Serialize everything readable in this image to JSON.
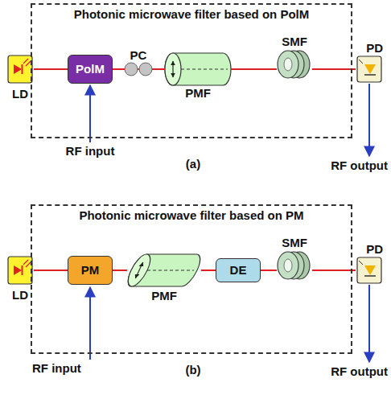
{
  "diagram": {
    "nodes": [
      {
        "text": [
          "LD"
        ]
      },
      {
        "text": [
          "Photonic microwave filter based on PolM"
        ]
      },
      {
        "text": [
          "PolM"
        ],
        "in": 1
      },
      {
        "text": [
          "PC"
        ],
        "in": 1
      },
      {
        "text": [
          "PMF"
        ],
        "in": 1
      },
      {
        "text": [
          "SMF"
        ],
        "in": 1
      },
      {
        "text": [
          "PD"
        ]
      },
      {
        "text": [
          "LD"
        ]
      },
      {
        "text": [
          "Photonic microwave filter based on PM"
        ]
      },
      {
        "text": [
          "PM"
        ],
        "in": 8
      },
      {
        "text": [
          "PMF"
        ],
        "in": 8
      },
      {
        "text": [
          "DE"
        ],
        "in": 8
      },
      {
        "text": [
          "SMF"
        ],
        "in": 8
      },
      {
        "text": [
          "PD"
        ]
      }
    ],
    "edges": [
      {
        "from": 0,
        "to": 2,
        "arrow": "none"
      },
      {
        "from": 2,
        "to": 3,
        "arrow": "none"
      },
      {
        "from": 3,
        "to": 4,
        "arrow": "none"
      },
      {
        "from": 4,
        "to": 5,
        "arrow": "none"
      },
      {
        "from": 5,
        "to": 6,
        "arrow": "none"
      },
      {
        "from": 7,
        "to": 9,
        "arrow": "none"
      },
      {
        "from": 9,
        "to": 10,
        "arrow": "none"
      },
      {
        "from": 10,
        "to": 11,
        "arrow": "none"
      },
      {
        "from": 11,
        "to": 12,
        "arrow": "none"
      },
      {
        "from": 12,
        "to": 13,
        "arrow": "none"
      }
    ],
    "labels": [
      "RF input",
      "RF output",
      "(a)",
      "RF input",
      "RF output",
      "(b)"
    ]
  }
}
